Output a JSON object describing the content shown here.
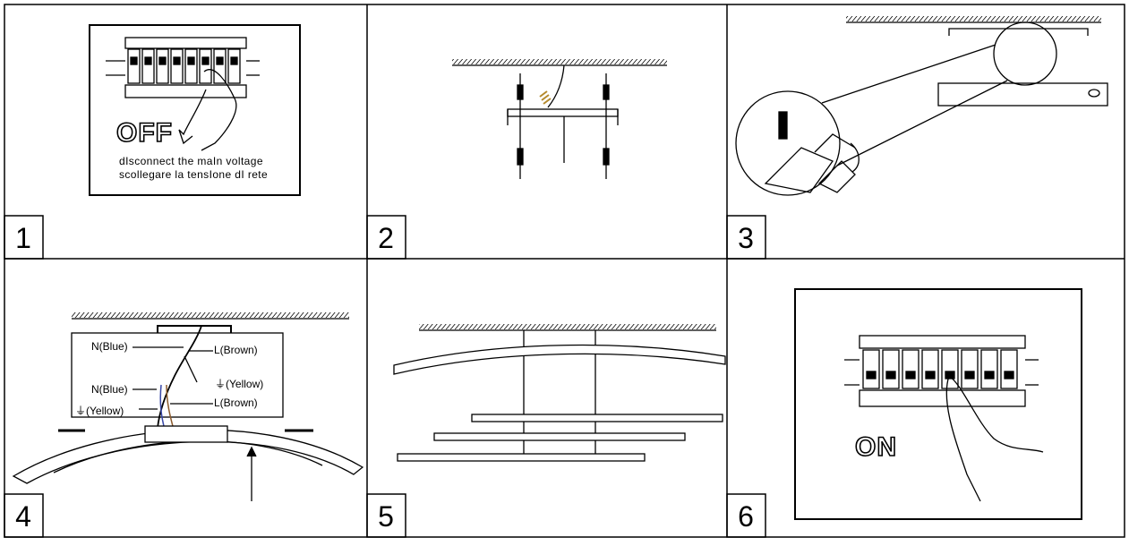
{
  "steps": [
    {
      "number": "1",
      "caption_en": "dIsconnect the maIn voltage",
      "caption_it": "scollegare la tensIone dI rete",
      "switch_label": "OFF"
    },
    {
      "number": "2"
    },
    {
      "number": "3"
    },
    {
      "number": "4",
      "labels": {
        "n_blue_top": "N(Blue)",
        "l_brown_top": "L(Brown)",
        "yellow_top": "⏚(Yellow)",
        "n_blue_bottom": "N(Blue)",
        "l_brown_bottom": "L(Brown)",
        "yellow_bottom": "⏚(Yellow)"
      }
    },
    {
      "number": "5"
    },
    {
      "number": "6",
      "switch_label": "ON"
    }
  ]
}
